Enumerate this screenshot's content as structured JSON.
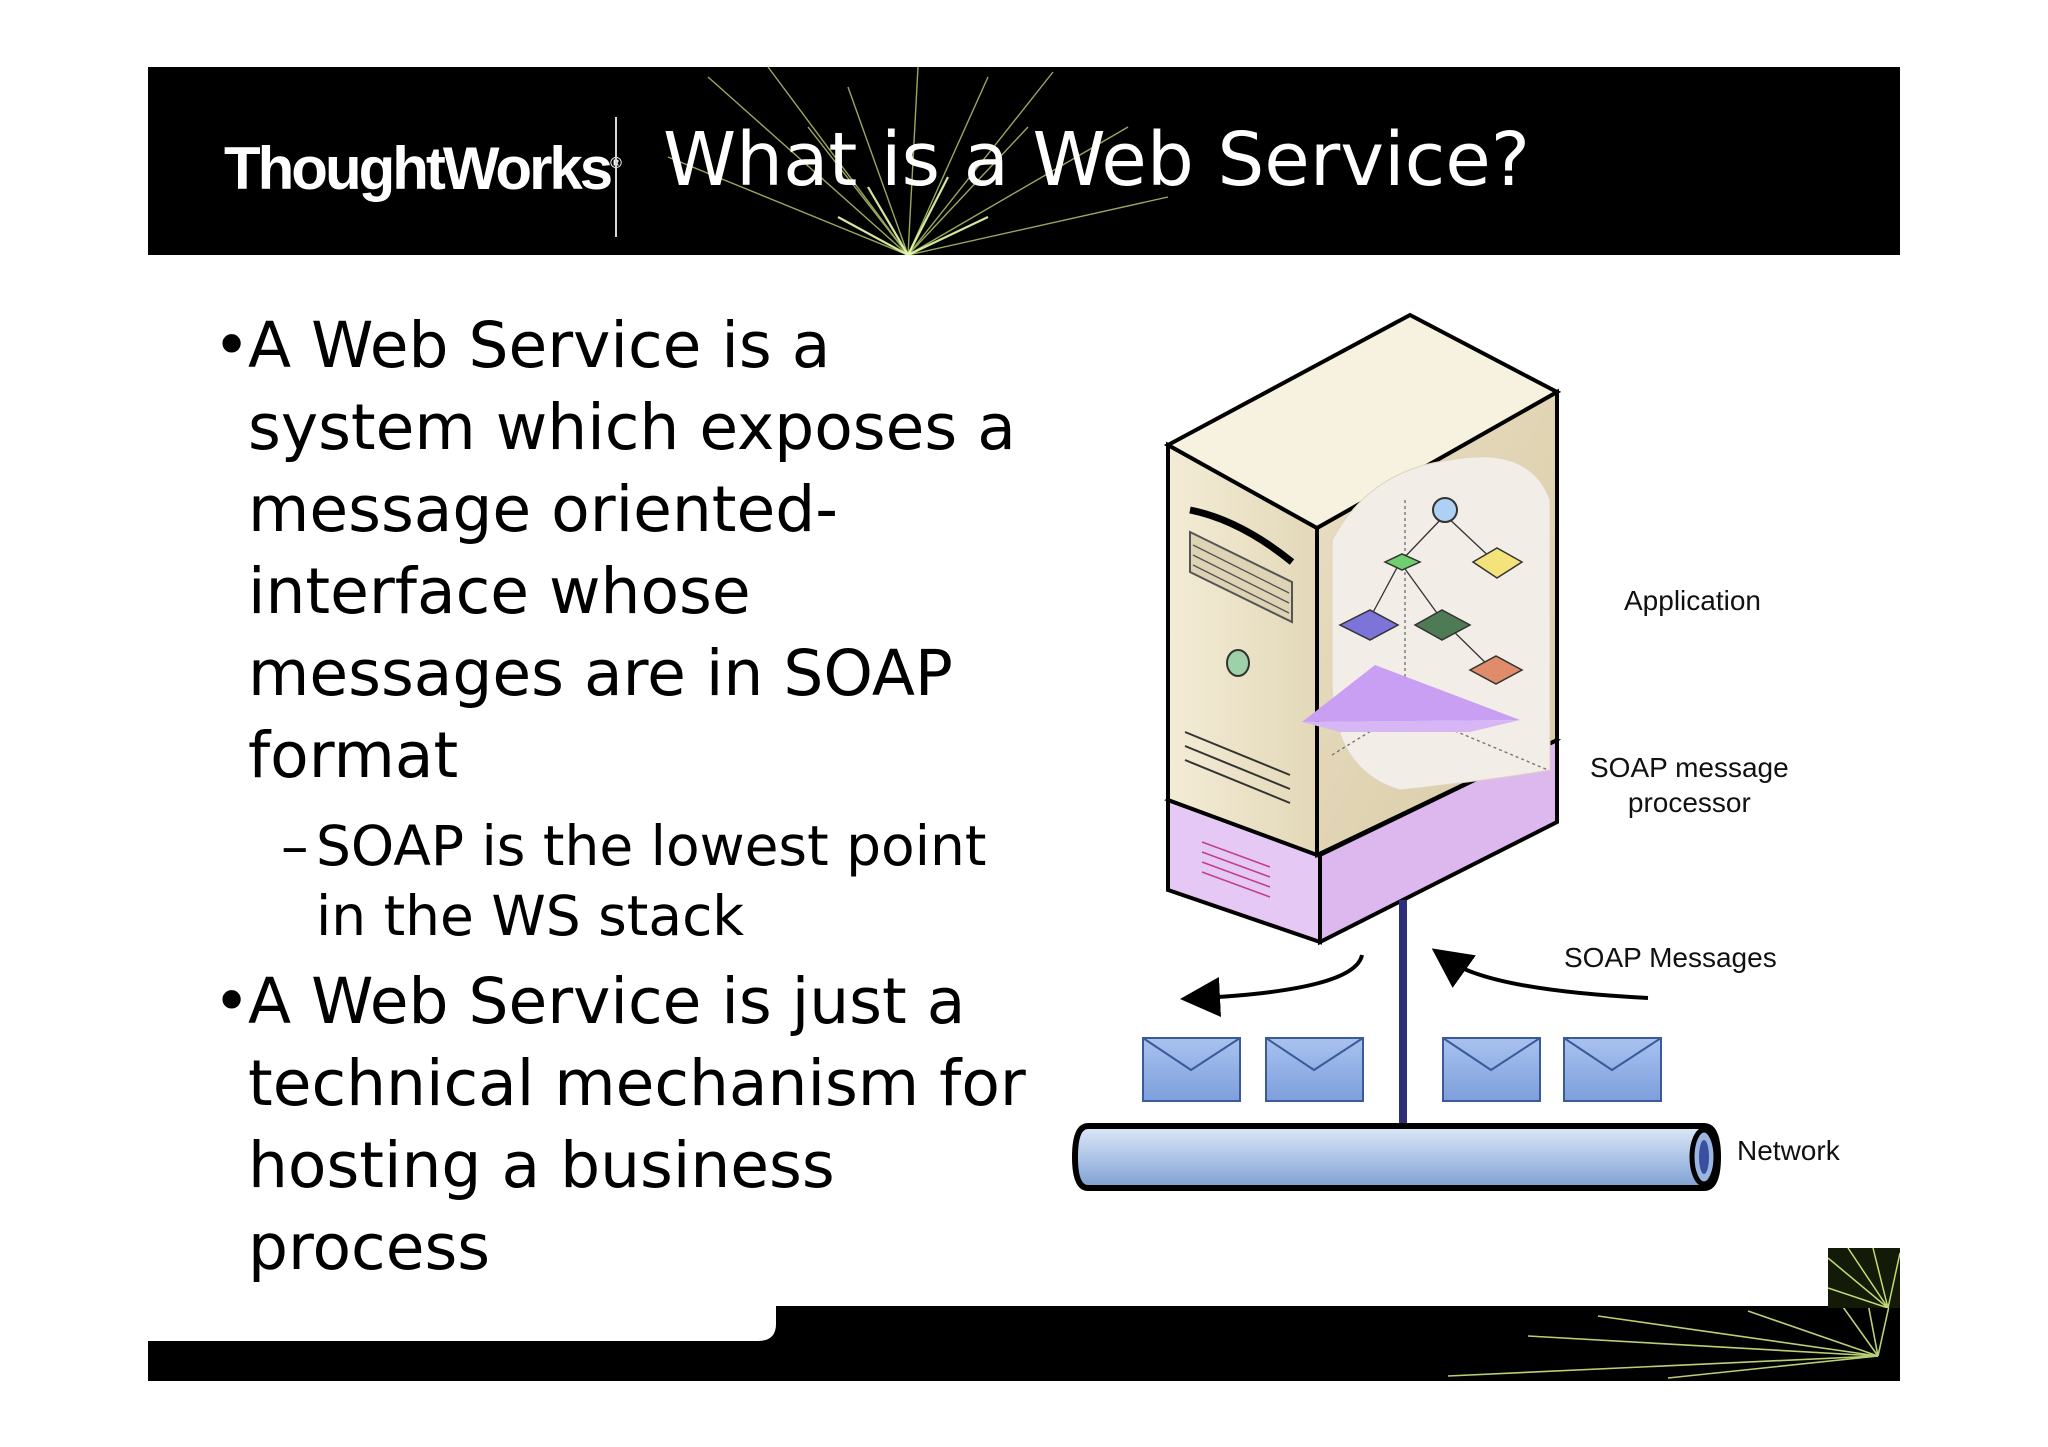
{
  "header": {
    "logo_text": "ThoughtWorks",
    "logo_mark": "®",
    "title": "What is a Web Service?"
  },
  "bullets": [
    {
      "text": "A Web Service is a system which exposes a message oriented-interface whose messages are in SOAP format",
      "lines": [
        "A Web Service is a",
        "system which exposes a",
        "message oriented-",
        "interface whose",
        "messages are in SOAP",
        "format"
      ]
    },
    {
      "text": "SOAP is the lowest point in the WS stack",
      "lines": [
        "SOAP is the lowest point",
        "in the WS stack"
      ],
      "level": 2
    },
    {
      "text": "A Web Service is just a technical mechanism for hosting a business process",
      "lines": [
        "A Web Service is just a",
        "technical mechanism for",
        "hosting a business",
        "process"
      ]
    }
  ],
  "bullet_glyph": "•",
  "sub_bullet_glyph": "–",
  "diagram": {
    "labels": {
      "application": "Application",
      "processor_line1": "SOAP message",
      "processor_line2": "processor",
      "messages": "SOAP Messages",
      "network": "Network"
    },
    "colors": {
      "server_body": "#ece3c8",
      "processor": "#e2c4f2",
      "envelope": "#94b3e6",
      "network_pipe": "#a9c2e6"
    }
  }
}
